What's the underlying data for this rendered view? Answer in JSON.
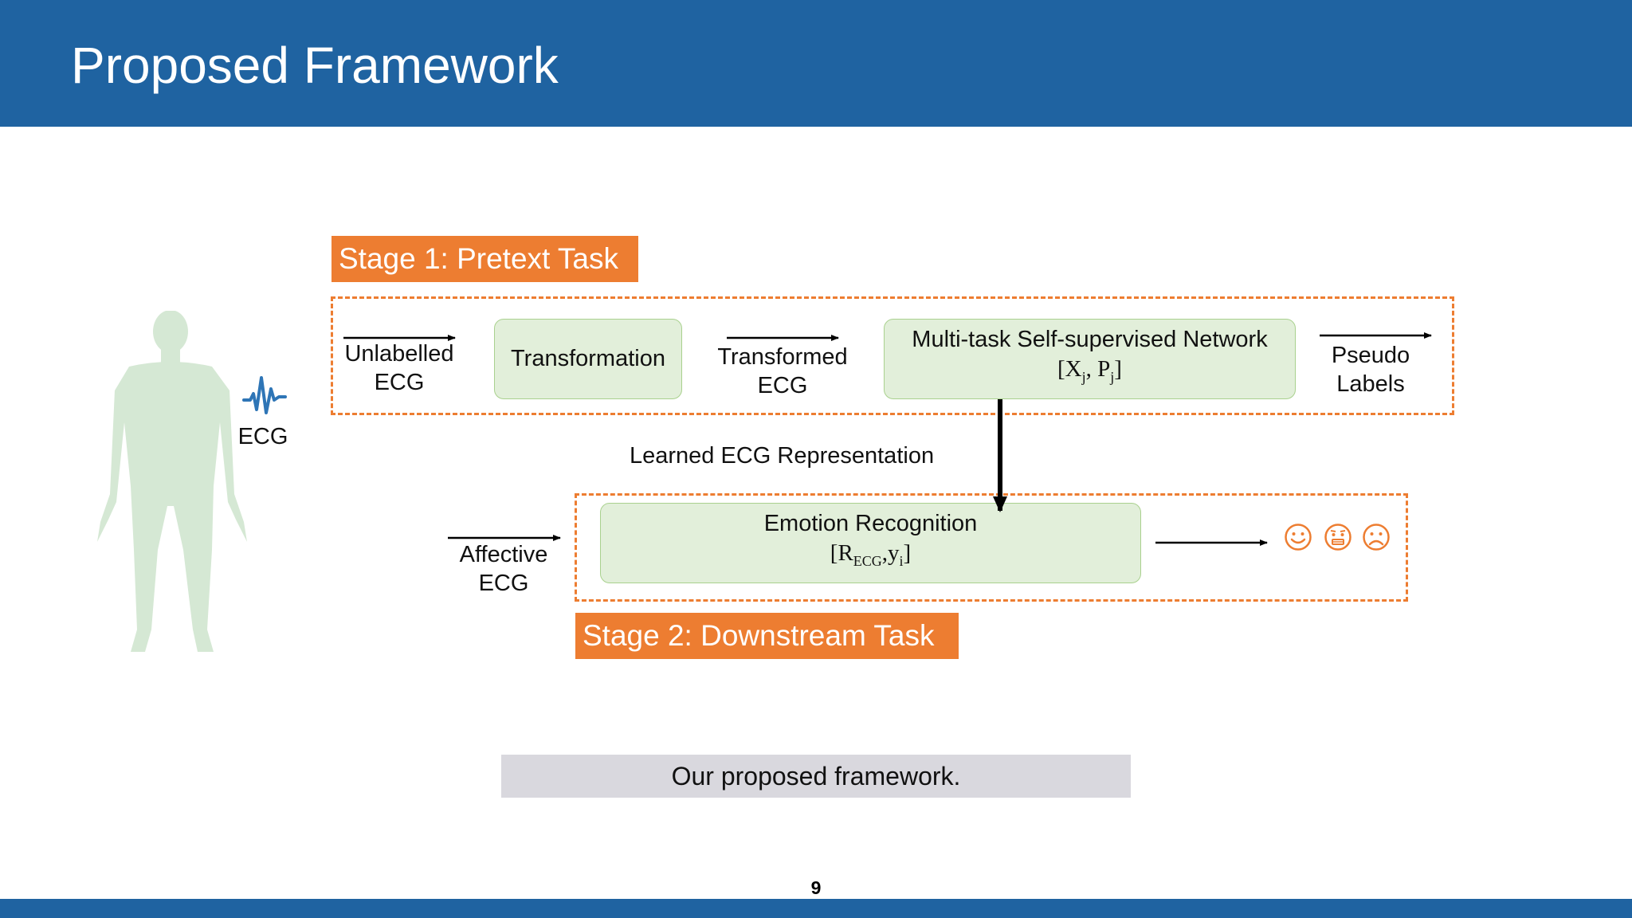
{
  "slide": {
    "title": "Proposed Framework",
    "page_number": "9",
    "caption": "Our proposed framework."
  },
  "diagram": {
    "stage1_label": "Stage 1: Pretext Task",
    "stage2_label": "Stage 2: Downstream Task",
    "ecg_label": "ECG",
    "unlabelled_ecg": [
      "Unlabelled",
      "ECG"
    ],
    "transformation": "Transformation",
    "transformed_ecg": [
      "Transformed",
      "ECG"
    ],
    "network": "Multi-task Self-supervised Network",
    "network_formula": {
      "open": "[X",
      "sub1": "j",
      "mid": ", P",
      "sub2": "j",
      "close": "]"
    },
    "pseudo_labels": [
      "Pseudo",
      "Labels"
    ],
    "learned_representation": "Learned ECG Representation",
    "affective_ecg": [
      "Affective",
      "ECG"
    ],
    "emotion_recognition": "Emotion Recognition",
    "emotion_formula": {
      "open": "[R",
      "sub1": "ECG",
      "mid": ",y",
      "sub2": "i",
      "close": "]"
    }
  },
  "colors": {
    "header_blue": "#1f63a1",
    "stage_orange": "#ed7d31",
    "box_green": "#e2efda",
    "box_green_border": "#a9d18e",
    "figure_green": "#d5e8d4",
    "ecg_icon_blue": "#2e75b6",
    "caption_gray": "#d9d8de"
  },
  "icons": [
    "human-figure-icon",
    "ecg-waveform-icon",
    "happy-face-icon",
    "neutral-face-icon",
    "sad-face-icon"
  ]
}
